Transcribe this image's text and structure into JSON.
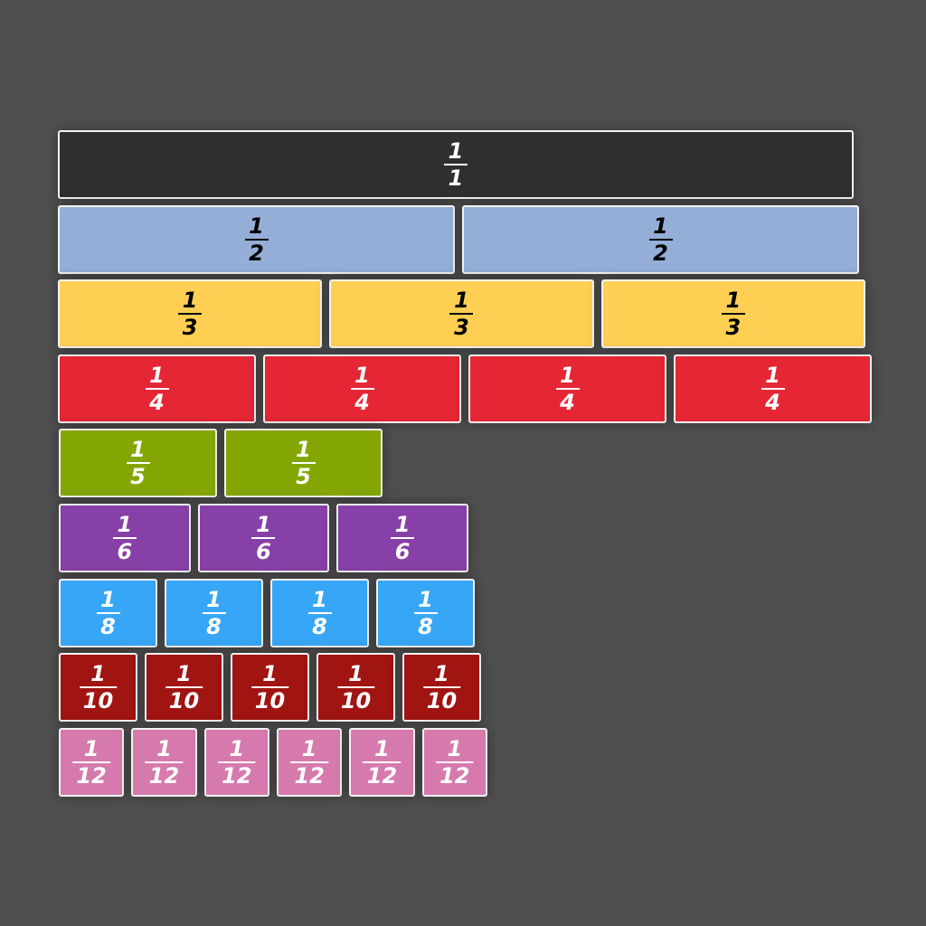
{
  "rows": [
    {
      "numerator": "1",
      "denominator": "1",
      "count": 1,
      "color": "#2f2f2f",
      "text_color": "#ffffff"
    },
    {
      "numerator": "1",
      "denominator": "2",
      "count": 2,
      "color": "#95aed8",
      "text_color": "#000000"
    },
    {
      "numerator": "1",
      "denominator": "3",
      "count": 3,
      "color": "#fecf52",
      "text_color": "#000000"
    },
    {
      "numerator": "1",
      "denominator": "4",
      "count": 4,
      "color": "#e52634",
      "text_color": "#ffffff"
    },
    {
      "numerator": "1",
      "denominator": "5",
      "count": 2,
      "color": "#84a603",
      "text_color": "#ffffff"
    },
    {
      "numerator": "1",
      "denominator": "6",
      "count": 3,
      "color": "#8740a7",
      "text_color": "#ffffff"
    },
    {
      "numerator": "1",
      "denominator": "8",
      "count": 4,
      "color": "#38a6f6",
      "text_color": "#ffffff"
    },
    {
      "numerator": "1",
      "denominator": "10",
      "count": 5,
      "color": "#a01412",
      "text_color": "#ffffff"
    },
    {
      "numerator": "1",
      "denominator": "12",
      "count": 6,
      "color": "#d67aae",
      "text_color": "#ffffff"
    }
  ]
}
